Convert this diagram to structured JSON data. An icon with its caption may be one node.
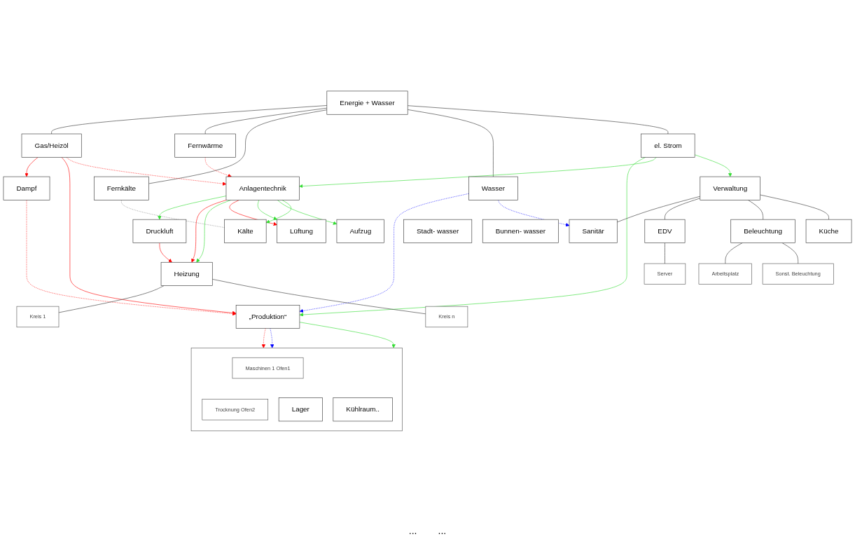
{
  "diagram": {
    "nodes": [
      {
        "text": [
          "Energie + Wasser"
        ]
      },
      {
        "text": [
          "Gas/Heizöl"
        ]
      },
      {
        "text": [
          "Fernwärme"
        ]
      },
      {
        "text": [
          "Fernkälte"
        ]
      },
      {
        "text": [
          "Wasser"
        ]
      },
      {
        "text": [
          "el. Strom"
        ]
      },
      {
        "text": [
          "Stadt- wasser"
        ]
      },
      {
        "text": [
          "Bunnen- wasser"
        ]
      },
      {
        "text": [
          "Dampf"
        ]
      },
      {
        "text": [
          "„Produktion“"
        ]
      },
      {
        "text": [
          "Anlagentechnik"
        ]
      },
      {
        "text": [
          "Druckluft"
        ]
      },
      {
        "text": [
          "Heizung"
        ]
      },
      {
        "text": [
          "Lüftung"
        ]
      },
      {
        "text": [
          "Aufzug"
        ]
      },
      {
        "text": [
          "Kälte"
        ]
      },
      {
        "text": [
          "Kreis 1"
        ]
      },
      {
        "text": [
          "Kreis n"
        ]
      },
      {
        "text": [
          "Verwaltung"
        ]
      },
      {
        "text": [
          "Sanitär"
        ]
      },
      {
        "text": [
          "EDV"
        ]
      },
      {
        "text": [
          "Beleuchtung"
        ]
      },
      {
        "text": [
          "Küche"
        ]
      },
      {
        "text": [
          "Server"
        ]
      },
      {
        "text": [
          "Arbeitsplatz"
        ]
      },
      {
        "text": [
          "Sonst. Beleuchtung"
        ]
      },
      {
        "text": [],
        "shape": "box"
      },
      {
        "text": [
          "Maschinen 1 Ofen1"
        ],
        "in": 26
      },
      {
        "text": [
          "Trocknung Ofen2"
        ],
        "in": 26
      },
      {
        "text": [
          "Lager"
        ],
        "in": 26
      },
      {
        "text": [
          "Kühlraum.."
        ],
        "in": 26
      }
    ],
    "edges": [
      {
        "from": 0,
        "to": 1,
        "arrow": "none"
      },
      {
        "from": 0,
        "to": 2,
        "arrow": "none"
      },
      {
        "from": 0,
        "to": 3,
        "arrow": "none"
      },
      {
        "from": 0,
        "to": 4,
        "arrow": "none"
      },
      {
        "from": 0,
        "to": 5,
        "arrow": "none"
      },
      {
        "from": 1,
        "to": 8,
        "arrow": "to",
        "color": "#ff0000"
      },
      {
        "from": 1,
        "to": 9,
        "arrow": "to",
        "color": "#ff0000"
      },
      {
        "from": 8,
        "to": 9,
        "arrow": "to",
        "style": "dashed",
        "color": "#ff0000"
      },
      {
        "from": 1,
        "to": 10,
        "arrow": "to",
        "style": "dashed",
        "color": "#ff0000"
      },
      {
        "from": 2,
        "to": 10,
        "arrow": "to",
        "style": "dashed",
        "color": "#ff0000"
      },
      {
        "from": 3,
        "to": 15,
        "arrow": "none",
        "style": "dashed",
        "color": "#808080"
      },
      {
        "from": 4,
        "to": 9,
        "arrow": "to",
        "style": "dashed",
        "color": "#0000ff"
      },
      {
        "from": 4,
        "to": 19,
        "arrow": "to",
        "style": "dashed",
        "color": "#0000ff"
      },
      {
        "from": 5,
        "to": 9,
        "arrow": "to",
        "color": "#33dd33"
      },
      {
        "from": 5,
        "to": 10,
        "arrow": "to",
        "color": "#33dd33"
      },
      {
        "from": 5,
        "to": 18,
        "arrow": "to",
        "color": "#33dd33"
      },
      {
        "from": 10,
        "to": 11,
        "arrow": "to",
        "color": "#33dd33"
      },
      {
        "from": 10,
        "to": 12,
        "arrow": "to",
        "color": "#ff0000"
      },
      {
        "from": 10,
        "to": 12,
        "arrow": "to",
        "color": "#33dd33"
      },
      {
        "from": 10,
        "to": 13,
        "arrow": "to",
        "color": "#ff0000"
      },
      {
        "from": 10,
        "to": 13,
        "arrow": "to",
        "color": "#33dd33"
      },
      {
        "from": 10,
        "to": 14,
        "arrow": "to",
        "color": "#33dd33"
      },
      {
        "from": 10,
        "to": 15,
        "arrow": "to",
        "color": "#33dd33"
      },
      {
        "from": 11,
        "to": 12,
        "arrow": "to",
        "color": "#ff0000"
      },
      {
        "from": 12,
        "to": 16,
        "arrow": "none"
      },
      {
        "from": 12,
        "to": 17,
        "arrow": "none"
      },
      {
        "from": 18,
        "to": 19,
        "arrow": "none"
      },
      {
        "from": 18,
        "to": 20,
        "arrow": "none"
      },
      {
        "from": 18,
        "to": 21,
        "arrow": "none"
      },
      {
        "from": 18,
        "to": 22,
        "arrow": "none"
      },
      {
        "from": 20,
        "to": 23,
        "arrow": "none"
      },
      {
        "from": 21,
        "to": 24,
        "arrow": "none"
      },
      {
        "from": 21,
        "to": 25,
        "arrow": "none"
      },
      {
        "from": 9,
        "to": 26,
        "arrow": "to",
        "style": "dashed",
        "color": "#ff0000"
      },
      {
        "from": 9,
        "to": 26,
        "arrow": "to",
        "style": "dashed",
        "color": "#0000ff"
      },
      {
        "from": 9,
        "to": 26,
        "arrow": "to",
        "color": "#33dd33"
      }
    ],
    "labels": [
      "...",
      "..."
    ]
  }
}
